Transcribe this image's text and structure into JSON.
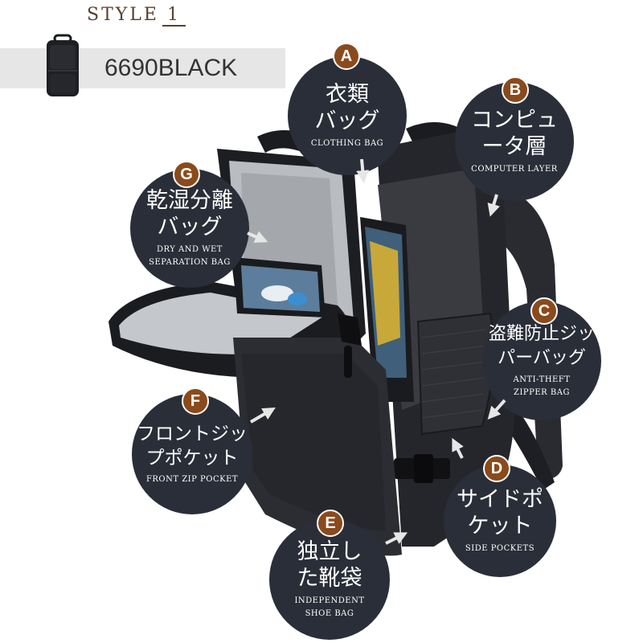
{
  "header": {
    "style_prefix": "STYLE",
    "style_number": "1",
    "model": "6690BLACK"
  },
  "colors": {
    "bubble": "#2a2e38",
    "badge": "#8a4a1c",
    "model_bar": "#e6e6e6"
  },
  "callouts": {
    "a": {
      "letter": "A",
      "jp": "衣類\nバッグ",
      "en": "CLOTHING BAG"
    },
    "b": {
      "letter": "B",
      "jp": "コンピュ\nータ層",
      "en": "COMPUTER LAYER"
    },
    "c": {
      "letter": "C",
      "jp": "盗難防止ジッ\nパーバッグ",
      "en": "ANTI-THEFT\nZIPPER BAG"
    },
    "d": {
      "letter": "D",
      "jp": "サイドポ\nケット",
      "en": "SIDE POCKETS"
    },
    "e": {
      "letter": "E",
      "jp": "独立し\nた靴袋",
      "en": "INDEPENDENT\nSHOE BAG"
    },
    "f": {
      "letter": "F",
      "jp": "フロントジッ\nプポケット",
      "en": "FRONT ZIP POCKET"
    },
    "g": {
      "letter": "G",
      "jp": "乾湿分離\nバッグ",
      "en": "DRY AND WET\nSEPARATION BAG"
    }
  }
}
